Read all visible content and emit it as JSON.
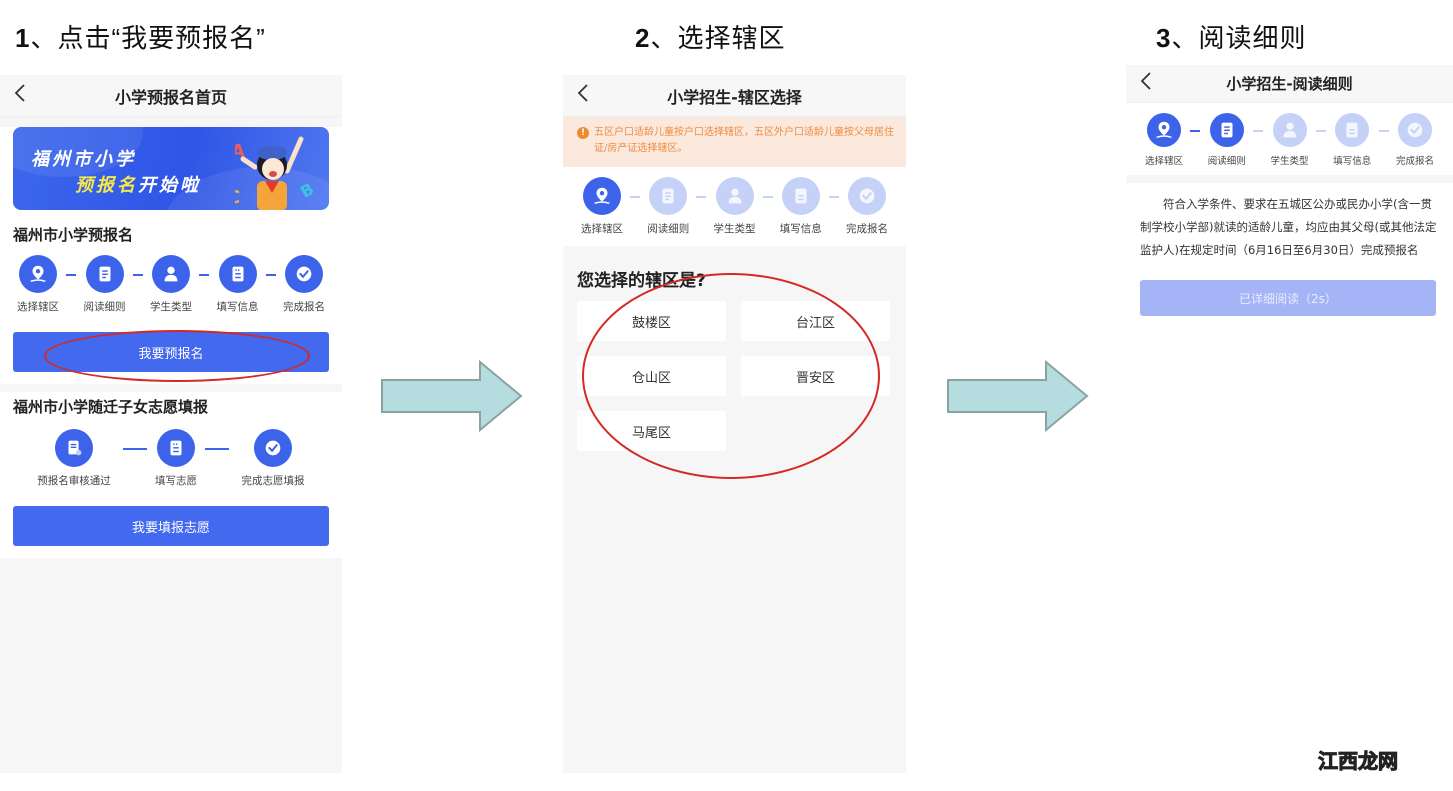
{
  "headings": [
    {
      "num": "1",
      "text": "、点击“我要预报名”"
    },
    {
      "num": "2",
      "text": "、选择辖区"
    },
    {
      "num": "3",
      "text": "、阅读细则"
    }
  ],
  "panel1": {
    "nav_title": "小学预报名首页",
    "banner": {
      "line1": "福州市小学",
      "line2_highlight": "预报名",
      "line2_rest": "开始啦"
    },
    "section1": {
      "title": "福州市小学预报名",
      "steps": [
        "选择辖区",
        "阅读细则",
        "学生类型",
        "填写信息",
        "完成报名"
      ],
      "button": "我要预报名"
    },
    "section2": {
      "title": "福州市小学随迁子女志愿填报",
      "steps": [
        "预报名审核通过",
        "填写志愿",
        "完成志愿填报"
      ],
      "button": "我要填报志愿"
    }
  },
  "panel2": {
    "nav_title": "小学招生-辖区选择",
    "notice": "五区户口适龄儿童按户口选择辖区，五区外户口适龄儿童按父母居住证/房产证选择辖区。",
    "steps": [
      "选择辖区",
      "阅读细则",
      "学生类型",
      "填写信息",
      "完成报名"
    ],
    "active_step": 1,
    "question": "您选择的辖区是?",
    "districts": [
      "鼓楼区",
      "台江区",
      "仓山区",
      "晋安区",
      "马尾区"
    ]
  },
  "panel3": {
    "nav_title": "小学招生-阅读细则",
    "steps": [
      "选择辖区",
      "阅读细则",
      "学生类型",
      "填写信息",
      "完成报名"
    ],
    "active_step": 2,
    "rules_text": "符合入学条件、要求在五城区公办或民办小学(含一贯制学校小学部)就读的适龄儿童，均应由其父母(或其他法定监护人)在规定时间（6月16日至6月30日）完成预报名",
    "confirm_button": "已详细阅读（2s）"
  },
  "watermark": {
    "part1": "江西",
    "part2": "龙网"
  },
  "colors": {
    "primary": "#4369ee",
    "step_active": "#3d63ea",
    "step_inactive": "#c6d1f7",
    "notice_bg": "#fbe9de",
    "notice_text": "#ef8a3e",
    "annotation_red": "#d32a25",
    "arrow_fill": "#b5dde0",
    "arrow_stroke": "#8aa3a3"
  }
}
